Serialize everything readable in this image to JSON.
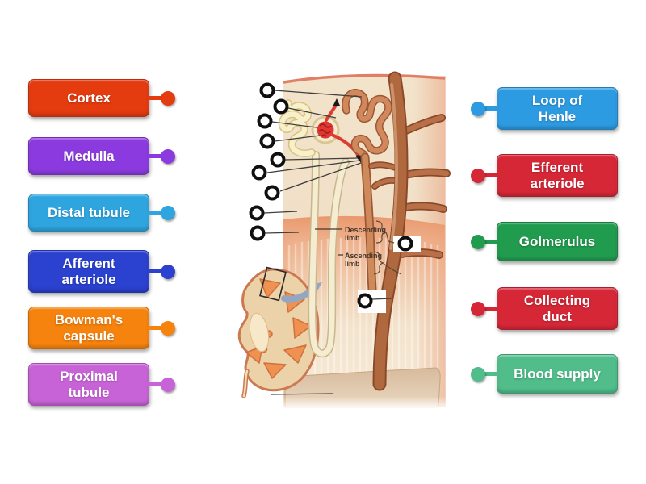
{
  "activity": {
    "left_labels": [
      {
        "text": "Cortex",
        "color": "#e43b0f"
      },
      {
        "text": "Medulla",
        "color": "#8b3adf"
      },
      {
        "text": "Distal tubule",
        "color": "#2fa5e0"
      },
      {
        "text": "Afferent arteriole",
        "color": "#2b41cf"
      },
      {
        "text": "Bowman's capsule",
        "color": "#f6830d"
      },
      {
        "text": "Proximal tubule",
        "color": "#c763d7"
      }
    ],
    "right_labels": [
      {
        "text": "Loop of Henle",
        "color": "#2d9be2"
      },
      {
        "text": "Efferent arteriole",
        "color": "#d62737"
      },
      {
        "text": "Golmerulus",
        "color": "#219b4e"
      },
      {
        "text": "Collecting duct",
        "color": "#d62737"
      },
      {
        "text": "Blood supply",
        "color": "#50bd8b"
      }
    ],
    "diagram": {
      "annotations": {
        "descending_limb": [
          "Descending",
          "limb"
        ],
        "ascending_limb": [
          "Ascending",
          "limb"
        ]
      },
      "target_count": 11
    }
  }
}
